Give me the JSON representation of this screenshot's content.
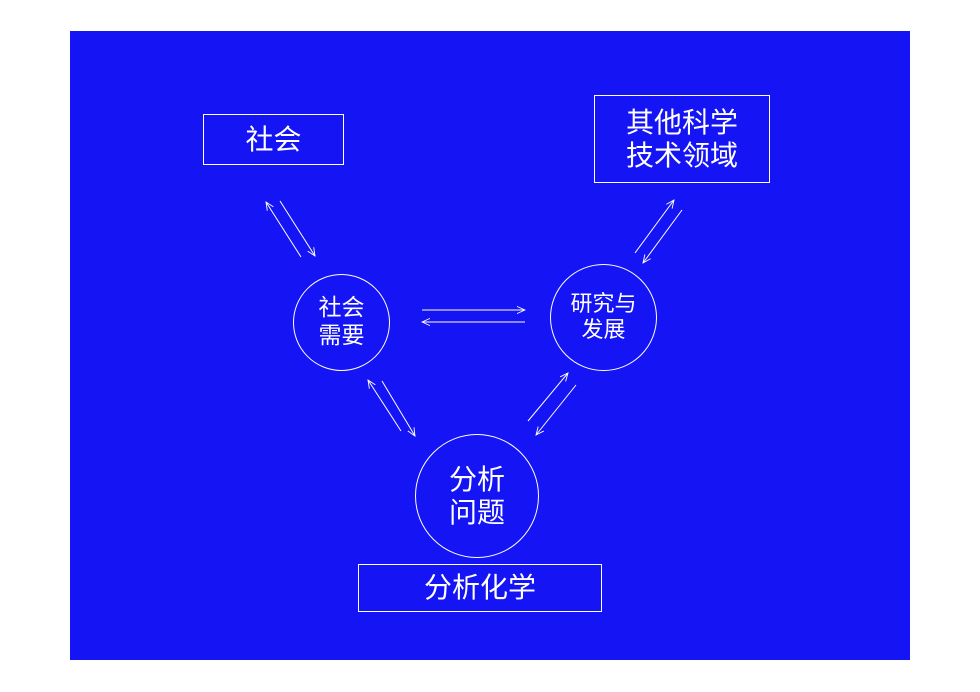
{
  "diagram": {
    "nodes": {
      "society_box": {
        "lines": [
          "社会"
        ]
      },
      "other_fields_box": {
        "lines": [
          "其他科学",
          "技术领域"
        ]
      },
      "social_need_circle": {
        "lines": [
          "社会",
          "需要"
        ]
      },
      "research_circle": {
        "lines": [
          "研究与",
          "发展"
        ]
      },
      "analysis_problem_circle": {
        "lines": [
          "分析",
          "问题"
        ]
      },
      "analytical_chem_box": {
        "lines": [
          "分析化学"
        ]
      }
    },
    "edges": [
      {
        "from": "社会",
        "to": "社会需要",
        "bidirectional": true
      },
      {
        "from": "其他科学技术领域",
        "to": "研究与发展",
        "bidirectional": true
      },
      {
        "from": "社会需要",
        "to": "研究与发展",
        "bidirectional": true
      },
      {
        "from": "社会需要",
        "to": "分析问题",
        "bidirectional": true
      },
      {
        "from": "研究与发展",
        "to": "分析问题",
        "bidirectional": true
      }
    ],
    "colors": {
      "background": "#1414f5",
      "foreground": "#ffffff"
    }
  }
}
